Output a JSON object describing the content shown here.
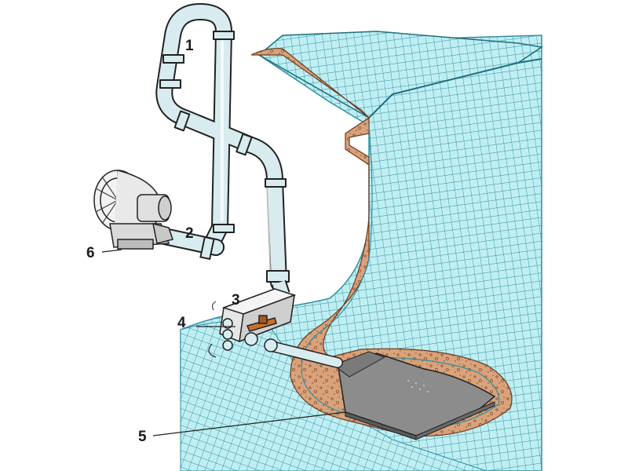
{
  "diagram": {
    "callouts": [
      {
        "id": "1",
        "label": "1"
      },
      {
        "id": "2",
        "label": "2"
      },
      {
        "id": "3",
        "label": "3"
      },
      {
        "id": "4",
        "label": "4"
      },
      {
        "id": "5",
        "label": "5"
      },
      {
        "id": "6",
        "label": "6"
      }
    ],
    "colors": {
      "water": "#bfeef2",
      "tile_grid": "#2f8fa0",
      "soil": "#d9a27a",
      "pipe": "#d8ecef",
      "outline": "#222222",
      "handle": "#c8702a",
      "plate": "#8c8c8c"
    }
  }
}
